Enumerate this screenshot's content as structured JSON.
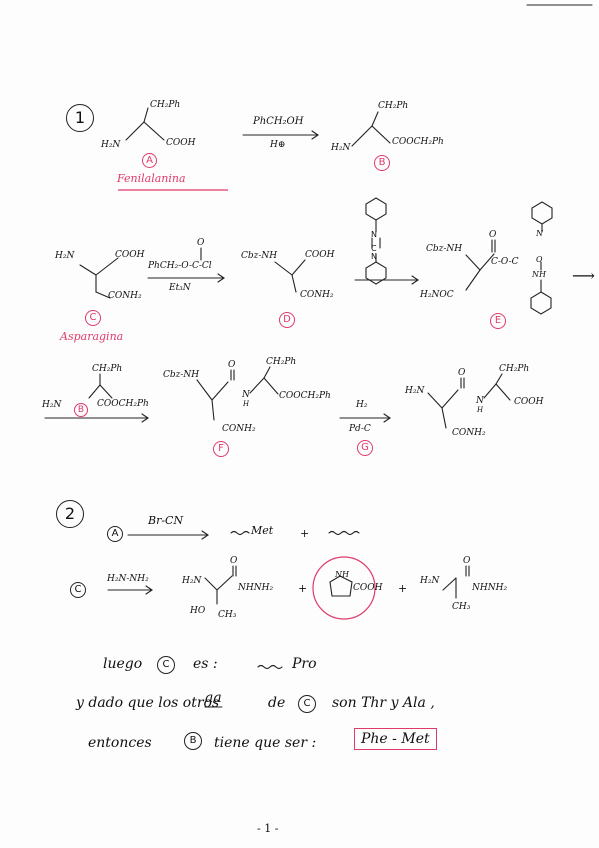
{
  "problem1": {
    "number": "1",
    "A": {
      "ch2ph": "CH₂Ph",
      "h2n": "H₂N",
      "cooh": "COOH",
      "label": "A",
      "name": "Fenilalanina"
    },
    "step1": {
      "reagent_top": "PhCH₂OH",
      "reagent_bottom": "H⊕"
    },
    "B": {
      "ch2ph": "CH₂Ph",
      "h2n": "H₂N",
      "ester": "COOCH₂Ph",
      "label": "B"
    },
    "C": {
      "h2n": "H₂N",
      "cooh": "COOH",
      "conh2": "CONH₂",
      "label": "C",
      "name": "Asparagina"
    },
    "step2": {
      "reagent_o": "O",
      "reagent_top": "PhCH₂-O-C-Cl",
      "reagent_bottom": "Et₃N"
    },
    "D": {
      "cbz_nh": "Cbz-NH",
      "cooh": "COOH",
      "conh2": "CONH₂",
      "label": "D"
    },
    "dcc": {
      "n_top": "N",
      "c": "C",
      "n_bottom": "N"
    },
    "E": {
      "cbz_nh": "Cbz-NH",
      "o1": "O",
      "o2": "O",
      "ester": "C-O-C",
      "n1": "N",
      "nh": "NH",
      "h2noc": "H₂NOC",
      "label": "E"
    },
    "step4": {
      "h2n": "H₂N",
      "ch2ph": "CH₂Ph",
      "ester": "COOCH₂Ph",
      "label": "B"
    },
    "F": {
      "cbz_nh": "Cbz-NH",
      "o": "O",
      "n": "N",
      "h": "H",
      "ch2ph": "CH₂Ph",
      "ester": "COOCH₂Ph",
      "conh2": "CONH₂",
      "label": "F"
    },
    "step5": {
      "reagent_top": "H₂",
      "reagent_bottom": "Pd-C",
      "label": "G"
    },
    "G": {
      "h2n": "H₂N",
      "o": "O",
      "n": "N",
      "h": "H",
      "ch2ph": "CH₂Ph",
      "cooh": "COOH",
      "conh2": "CONH₂"
    },
    "arrow_continue": "⟶"
  },
  "problem2": {
    "number": "2",
    "lineA": {
      "label": "A",
      "reagent": "Br-CN",
      "product1": "Met",
      "plus": "+"
    },
    "lineC": {
      "label": "C",
      "reagent": "H₂N-NH₂",
      "prod1": {
        "h2n": "H₂N",
        "o": "O",
        "nhnh2": "NHNH₂",
        "ho": "HO",
        "ch3": "CH₃"
      },
      "plus1": "+",
      "pro": {
        "nh": "NH",
        "cooh": "COOH"
      },
      "plus2": "+",
      "prod3": {
        "h2n": "H₂N",
        "o": "O",
        "nhnh2": "NHNH₂",
        "ch3": "CH₃"
      }
    },
    "conclusion1": {
      "luego": "luego",
      "label": "C",
      "es": "es :",
      "pro": "Pro"
    },
    "conclusion2": {
      "pre": "y dado que los otros",
      "aa": "aa",
      "de": "de",
      "label": "C",
      "post": "son Thr y Ala ,"
    },
    "conclusion3": {
      "pre": "entonces",
      "label": "B",
      "mid": "tiene que ser :",
      "answer": "Phe - Met"
    }
  },
  "page_number": "- 1 -"
}
